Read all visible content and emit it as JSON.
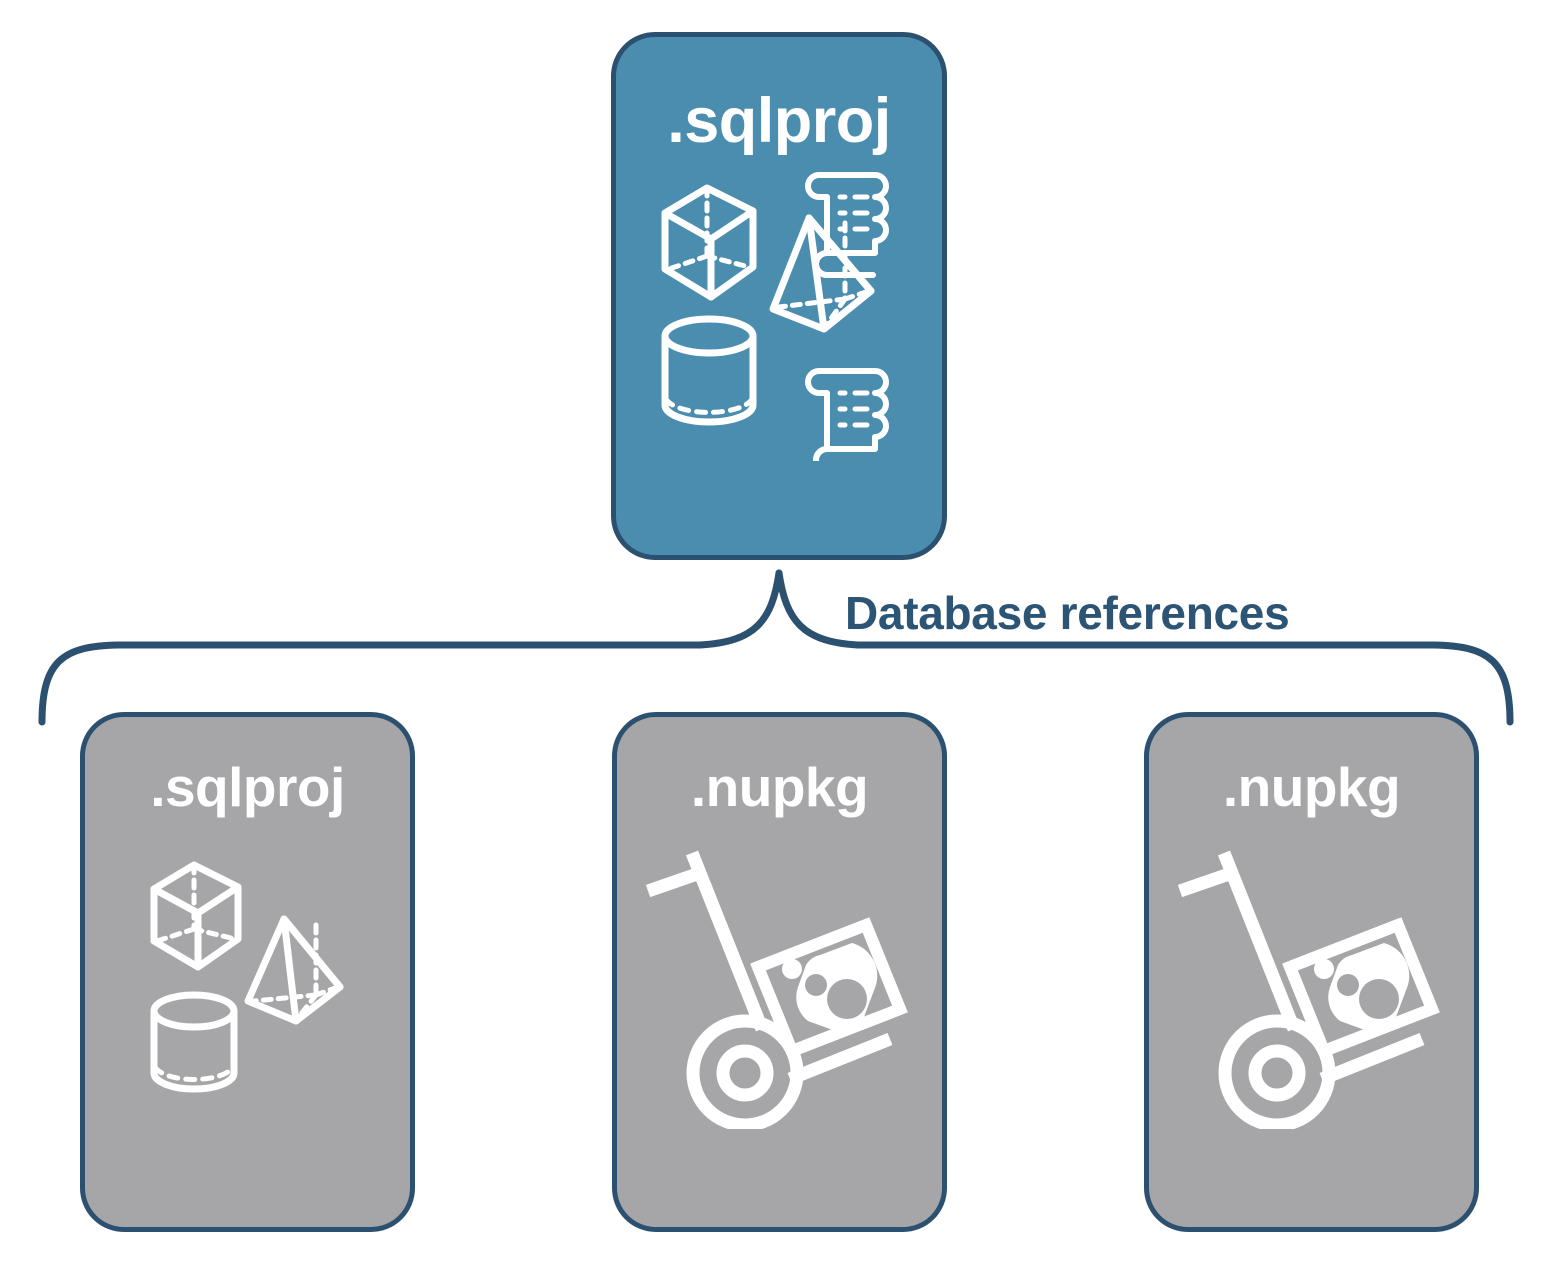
{
  "diagram": {
    "title": "Database references",
    "colors": {
      "primary_fill": "#4A8DAF",
      "secondary_fill": "#A6A6A8",
      "stroke": "#2C5070",
      "label_text": "#2C5474",
      "node_text": "#FFFFFF",
      "background": "#FFFFFF"
    },
    "connector": {
      "label": "Database references",
      "style": "curly-brace",
      "parent": "node-top",
      "children": [
        "node-sqlproj-ref",
        "node-nupkg-1",
        "node-nupkg-2"
      ]
    },
    "nodes": {
      "top": {
        "id": "node-top",
        "label": ".sqlproj",
        "kind": "primary",
        "icons": [
          "cube-icon",
          "pyramid-icon",
          "cylinder-icon",
          "script-scroll-icon",
          "script-scroll-icon"
        ]
      },
      "children": [
        {
          "id": "node-sqlproj-ref",
          "label": ".sqlproj",
          "kind": "secondary",
          "icons": [
            "cube-icon",
            "pyramid-icon",
            "cylinder-icon"
          ]
        },
        {
          "id": "node-nupkg-1",
          "label": ".nupkg",
          "kind": "secondary",
          "icons": [
            "nuget-package-dolly-icon"
          ]
        },
        {
          "id": "node-nupkg-2",
          "label": ".nupkg",
          "kind": "secondary",
          "icons": [
            "nuget-package-dolly-icon"
          ]
        }
      ]
    }
  }
}
